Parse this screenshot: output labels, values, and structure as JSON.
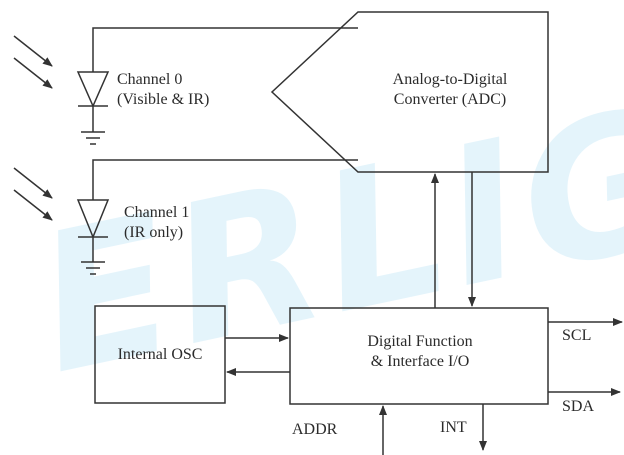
{
  "watermark": {
    "text": "ERLIGH",
    "color": "#29abe2"
  },
  "colors": {
    "line": "#333333",
    "text": "#2b2b2b",
    "background": "#ffffff"
  },
  "channel0": {
    "line1": "Channel 0",
    "line2": "(Visible & IR)"
  },
  "channel1": {
    "line1": "Channel 1",
    "line2": "(IR only)"
  },
  "adc": {
    "line1": "Analog-to-Digital",
    "line2": "Converter (ADC)"
  },
  "osc": {
    "label": "Internal OSC"
  },
  "digital": {
    "line1": "Digital Function",
    "line2": "& Interface I/O"
  },
  "pins": {
    "scl": "SCL",
    "sda": "SDA",
    "addr": "ADDR",
    "int": "INT"
  }
}
